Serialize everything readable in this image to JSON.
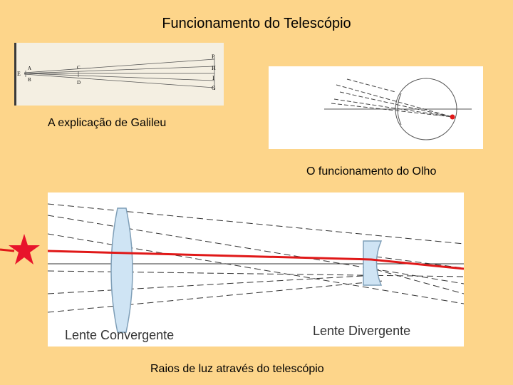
{
  "title": "Funcionamento do Telescópio",
  "galileo_panel": {
    "caption": "A explicação de Galileu",
    "letters": {
      "E": "E",
      "A": "A",
      "B": "B",
      "C": "C",
      "D": "D",
      "P": "P",
      "H": "H",
      "I": "I",
      "G": "G"
    }
  },
  "eye_panel": {
    "caption": "O funcionamento do Olho"
  },
  "telescope_panel": {
    "caption": "Raios de luz através do telescópio",
    "converging_label": "Lente Convergente",
    "diverging_label": "Lente Divergente"
  },
  "colors": {
    "background": "#fdd58a",
    "panel": "#ffffff",
    "star": "#e8132b",
    "ray": "#e01818",
    "lens_fill": "#cfe4f4",
    "lens_stroke": "#7f9fb8"
  }
}
